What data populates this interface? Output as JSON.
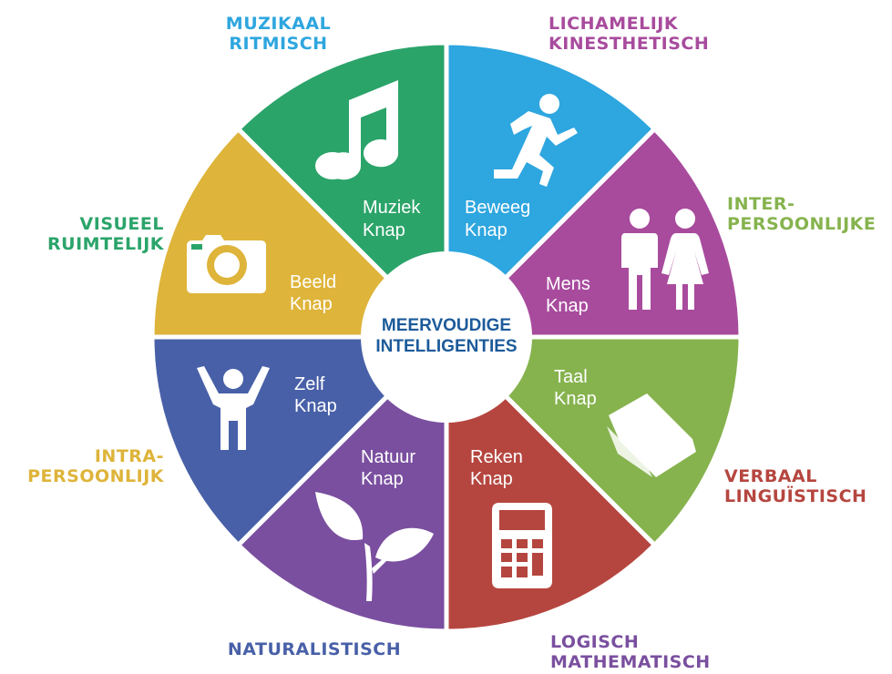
{
  "center": {
    "line1": "MEERVOUDIGE",
    "line2": "INTELLIGENTIES",
    "color": "#1c5a9a"
  },
  "segments": [
    {
      "id": "muziek",
      "color": "#2ea6df",
      "label": [
        "Muziek",
        "Knap"
      ],
      "icon": "music-note-icon",
      "outer": [
        "MUZIKAAL",
        "RITMISCH"
      ]
    },
    {
      "id": "beweeg",
      "color": "#a84b9d",
      "label": [
        "Beweeg",
        "Knap"
      ],
      "icon": "running-person-icon",
      "outer": [
        "LICHAMELIJK",
        "KINESTHETISCH"
      ]
    },
    {
      "id": "mens",
      "color": "#86b34e",
      "label": [
        "Mens",
        "Knap"
      ],
      "icon": "man-woman-icon",
      "outer": [
        "INTER-",
        "PERSOONLIJKE"
      ]
    },
    {
      "id": "taal",
      "color": "#b5463f",
      "label": [
        "Taal",
        "Knap"
      ],
      "icon": "book-icon",
      "outer": [
        "VERBAAL",
        "LINGUÏSTISCH"
      ]
    },
    {
      "id": "reken",
      "color": "#7a4f9f",
      "label": [
        "Reken",
        "Knap"
      ],
      "icon": "calculator-icon",
      "outer": [
        "LOGISCH",
        "MATHEMATISCH"
      ]
    },
    {
      "id": "natuur",
      "color": "#4860a8",
      "label": [
        "Natuur",
        "Knap"
      ],
      "icon": "leaf-sprout-icon",
      "outer": [
        "NATURALISTISCH"
      ]
    },
    {
      "id": "zelf",
      "color": "#deb43a",
      "label": [
        "Zelf",
        "Knap"
      ],
      "icon": "person-arms-up-icon",
      "outer": [
        "INTRA-",
        "PERSOONLIJK"
      ]
    },
    {
      "id": "beeld",
      "color": "#2ba46a",
      "label": [
        "Beeld",
        "Knap"
      ],
      "icon": "camera-icon",
      "outer": [
        "VISUEEL",
        "RUIMTELIJK"
      ]
    }
  ]
}
